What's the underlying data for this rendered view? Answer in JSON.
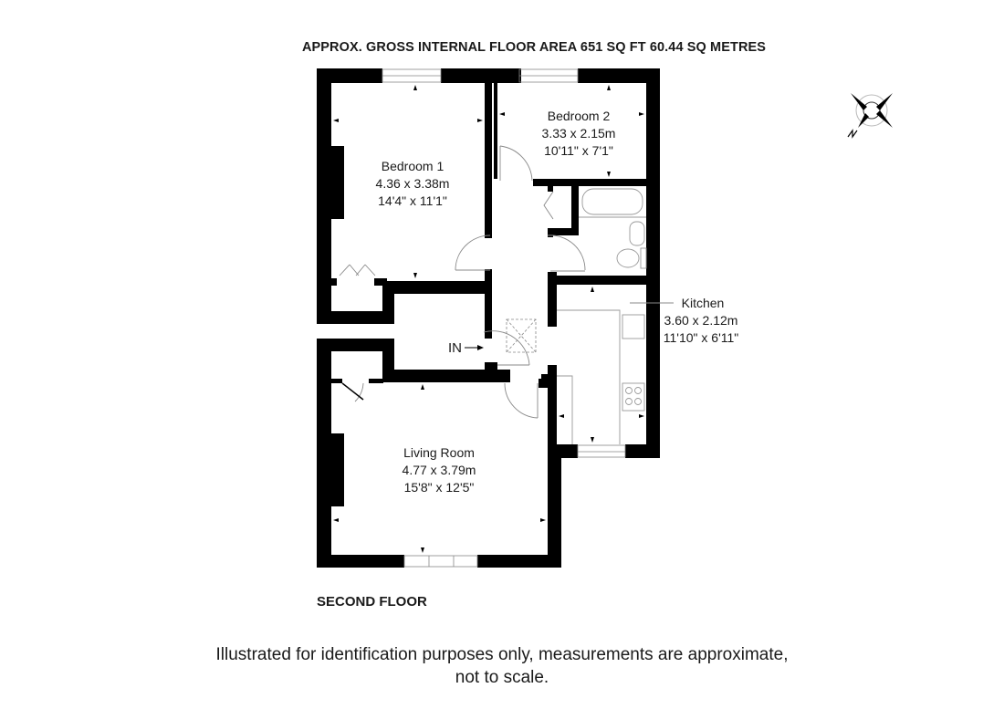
{
  "header": {
    "title": "APPROX. GROSS INTERNAL FLOOR AREA 651 SQ FT 60.44 SQ METRES"
  },
  "floor": {
    "label": "SECOND FLOOR"
  },
  "rooms": [
    {
      "name": "Bedroom 1",
      "metric": "4.36 x 3.38m",
      "imperial": "14'4\" x 11'1\""
    },
    {
      "name": "Bedroom 2",
      "metric": "3.33 x 2.15m",
      "imperial": "10'11\" x 7'1\""
    },
    {
      "name": "Kitchen",
      "metric": "3.60 x 2.12m",
      "imperial": "11'10\" x 6'11\""
    },
    {
      "name": "Living Room",
      "metric": "4.77 x 3.79m",
      "imperial": "15'8\" x 12'5\""
    }
  ],
  "entrance": {
    "label": "IN"
  },
  "compass": {
    "icon": "compass-rose-icon",
    "north_label": "N"
  },
  "footer": {
    "disclaimer_line1": "Illustrated for identification purposes only, measurements are approximate,",
    "disclaimer_line2": "not to scale."
  },
  "colors": {
    "wall": "#000000",
    "background": "#ffffff",
    "fixture": "#9a9a9a"
  }
}
